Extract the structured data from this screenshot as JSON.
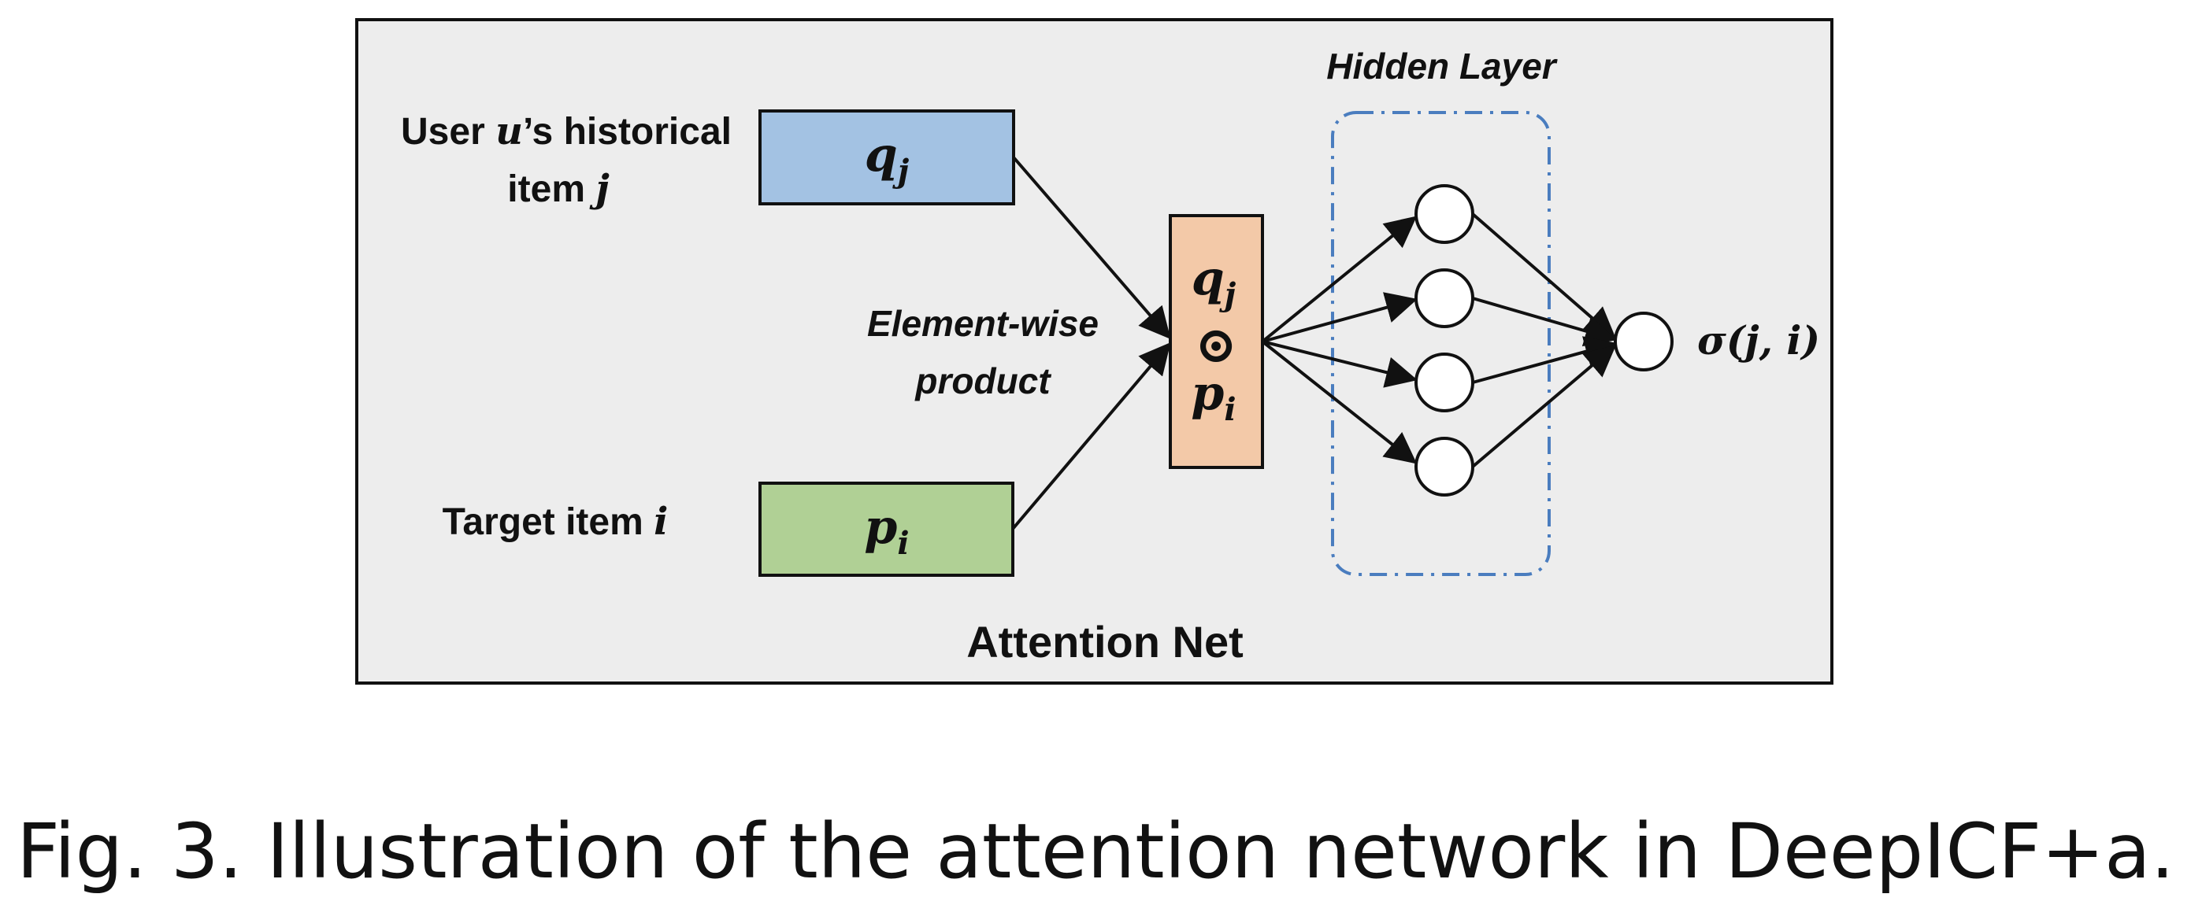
{
  "labels": {
    "user_item_line1": "User ",
    "user_item_var": "u",
    "user_item_rest": "’s historical",
    "user_item_line2": "item ",
    "user_item_var2": "j",
    "target_item": "Target item ",
    "target_item_var": "i",
    "element_wise_line1": "Element-wise",
    "element_wise_line2": "product",
    "hidden_layer": "Hidden Layer",
    "attention_net": "Attention Net"
  },
  "math": {
    "q": "q",
    "q_sub": "j",
    "p": "p",
    "p_sub": "i",
    "odot": "⊙",
    "sigma": "σ(j, i)"
  },
  "caption": "Fig. 3.  Illustration of the attention network in DeepICF+a.",
  "colors": {
    "panel": "#ededed",
    "q_box": "#a3c2e3",
    "p_box": "#b0d095",
    "product_box": "#f3c9a8",
    "hidden_border": "#4a7dbf"
  }
}
